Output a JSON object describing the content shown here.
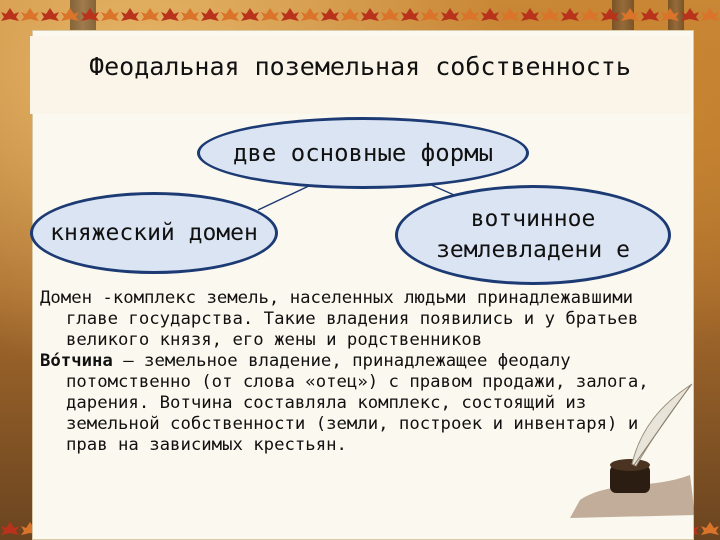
{
  "title": "Феодальная поземельная собственность",
  "diagram": {
    "center_node": "две основные формы",
    "left_node": "княжеский домен",
    "right_node": "вотчинное землевладени е"
  },
  "definitions": [
    {
      "term": "",
      "text": "Домен -комплекс земель, населенных людьми принадлежавшими главе государства. Такие владения появились и у братьев великого князя, его жены и родственников"
    },
    {
      "term": "Во́тчина",
      "text": " — земельное владение, принадлежащее феодалу потомственно (от слова «отец») с правом продажи, залога, дарения. Вотчина составляла комплекс, состоящий из земельной собственности (земли, построек и инвентаря) и прав на зависимых крестьян."
    }
  ],
  "colors": {
    "ellipse_fill": "#dbe4f3",
    "ellipse_border": "#1c3a73",
    "connector": "#1c3a73",
    "leaf_red": "#b8321c",
    "leaf_orange": "#d9742a"
  }
}
